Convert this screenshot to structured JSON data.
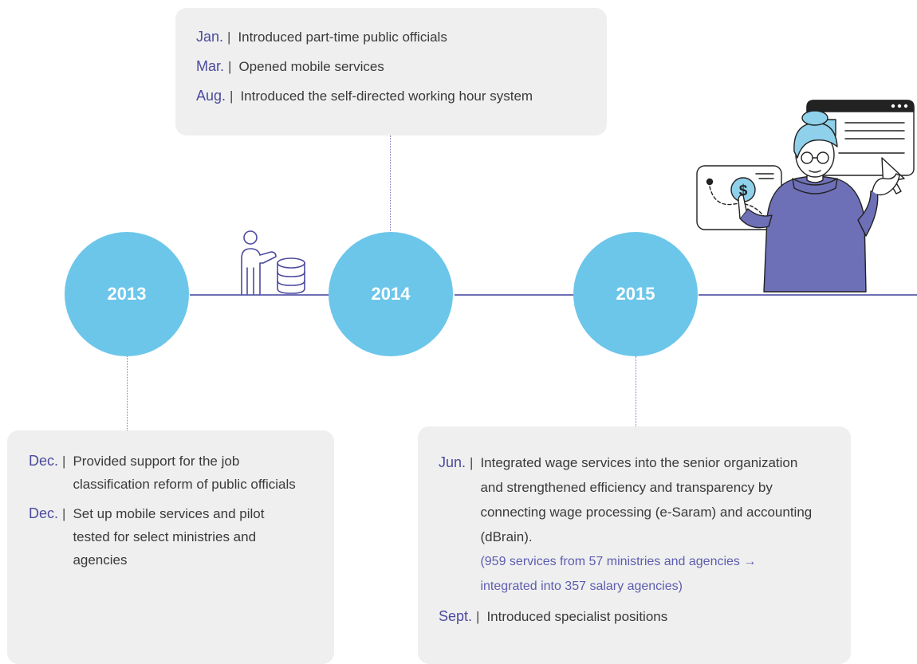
{
  "timeline": [
    {
      "year": "2013",
      "entries": [
        {
          "month": "Dec.",
          "text": "Provided support for the job classification reform of public officials"
        },
        {
          "month": "Dec.",
          "text": "Set up mobile services and pilot tested for select ministries and agencies"
        }
      ]
    },
    {
      "year": "2014",
      "entries": [
        {
          "month": "Jan.",
          "text": "Introduced part-time public officials"
        },
        {
          "month": "Mar.",
          "text": "Opened mobile services"
        },
        {
          "month": "Aug.",
          "text": "Introduced the self-directed working hour system"
        }
      ]
    },
    {
      "year": "2015",
      "entries": [
        {
          "month": "Jun.",
          "text": "Integrated wage services into the senior organization and strengthened efficiency and transparency by connecting wage processing (e-Saram) and accounting (dBrain).",
          "note": "(959 services from 57 ministries and agencies → integrated into 357 salary agencies)"
        },
        {
          "month": "Sept.",
          "text": "Introduced specialist positions"
        }
      ]
    }
  ],
  "separator": "|",
  "colors": {
    "circle": "#6cc6ea",
    "line": "#6f70b5",
    "month": "#4b4a9e",
    "note": "#5d5db0",
    "box": "#efefef"
  },
  "icons": [
    "person-with-database-icon",
    "woman-with-interface-screens-illustration",
    "dollar-icon",
    "cursor-arrow-icon"
  ]
}
